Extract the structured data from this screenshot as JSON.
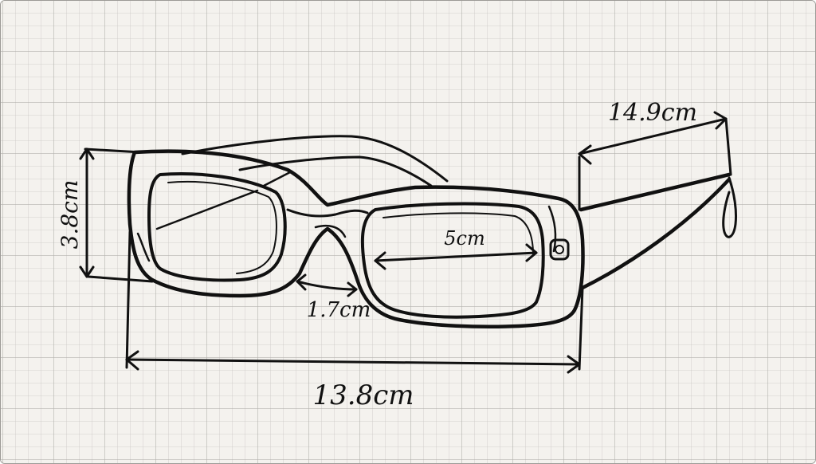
{
  "diagram": {
    "colors": {
      "paper": "#f4f2ee",
      "grid_minor": "#c9c7c3",
      "grid_major": "#b3b1ad",
      "ink": "#111111"
    },
    "dimensions": {
      "total_width": "13.8cm",
      "lens_height": "3.8cm",
      "lens_width": "5cm",
      "bridge_width": "1.7cm",
      "temple_length": "14.9cm"
    }
  }
}
